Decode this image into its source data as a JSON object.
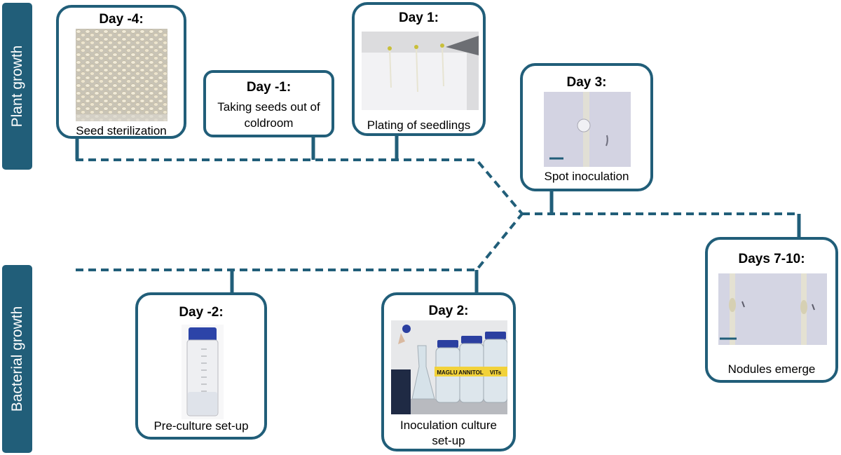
{
  "lanes": {
    "plant": "Plant growth",
    "bacterial": "Bacterial growth"
  },
  "colors": {
    "primary": "#215e79",
    "text": "#000000"
  },
  "steps": {
    "day_m4": {
      "day": "Day -4:",
      "caption": "Seed sterilization",
      "image": "seeds-photo"
    },
    "day_m1": {
      "day": "Day -1:",
      "caption_line1": "Taking seeds out of",
      "caption_line2": "coldroom"
    },
    "day_1": {
      "day": "Day 1:",
      "caption": "Plating of seedlings",
      "image": "seedlings-on-plate-photo"
    },
    "day_3": {
      "day": "Day 3:",
      "caption": "Spot inoculation",
      "image": "spot-inoculation-microscopy"
    },
    "day_7_10": {
      "day": "Days 7-10:",
      "caption": "Nodules emerge",
      "image": "nodules-microscopy"
    },
    "day_m2": {
      "day": "Day -2:",
      "caption": "Pre-culture set-up",
      "image": "centrifuge-tube-photo"
    },
    "day_2": {
      "day": "Day 2:",
      "caption_line1": "Inoculation culture",
      "caption_line2": "set-up",
      "image": "media-bottles-photo"
    }
  },
  "bottle_labels": [
    "MAGLU",
    "ANNITOL",
    "VITs"
  ]
}
